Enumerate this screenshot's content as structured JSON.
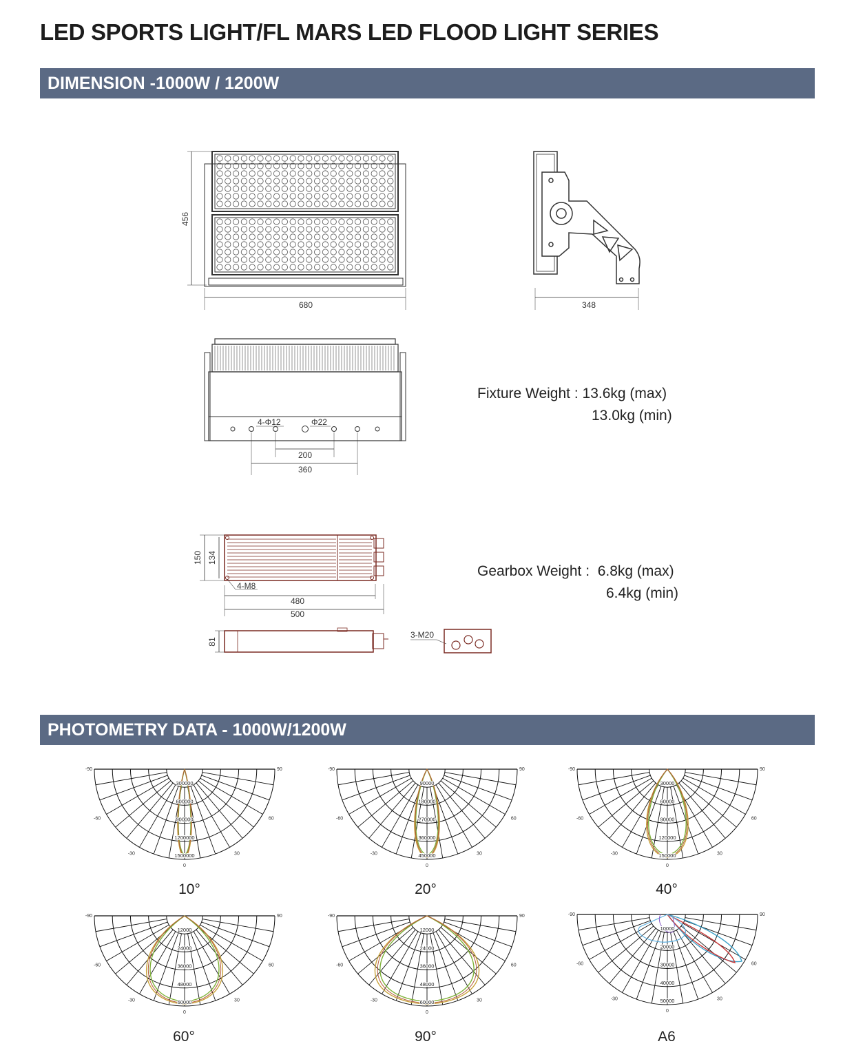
{
  "page": {
    "title": "LED SPORTS LIGHT/FL MARS LED FLOOD LIGHT SERIES"
  },
  "dimension": {
    "header": "DIMENSION -1000W / 1200W",
    "front": {
      "height": "456",
      "width": "680"
    },
    "side": {
      "depth": "348"
    },
    "rear": {
      "hole_label": "4-Φ12",
      "gland_label": "Φ22",
      "span_inner": "200",
      "span_outer": "360"
    },
    "gearbox": {
      "height_outer": "150",
      "height_inner": "134",
      "bolt_label": "4-M8",
      "length_inner": "480",
      "length_outer": "500",
      "thickness": "81",
      "gland_label": "3-M20"
    },
    "fixture_weight": {
      "label": "Fixture Weight :",
      "max": "13.6kg (max)",
      "min": "13.0kg (min)"
    },
    "gearbox_weight": {
      "label": "Gearbox Weight :",
      "max": "6.8kg (max)",
      "min": "6.4kg (min)"
    }
  },
  "photometry": {
    "header": "PHOTOMETRY DATA - 1000W/1200W",
    "angle_labels": {
      "left90": "-90",
      "right90": "90",
      "left60": "-60",
      "right60": "60",
      "left30": "-30",
      "right30": "30",
      "zero": "0"
    },
    "diagrams": [
      {
        "label": "10°",
        "rings": [
          "300000",
          "600000",
          "900000",
          "1200000",
          "1500000"
        ],
        "width": 0.1,
        "shape": "symmetric"
      },
      {
        "label": "20°",
        "rings": [
          "90000",
          "180000",
          "270000",
          "360000",
          "450000"
        ],
        "width": 0.18,
        "shape": "symmetric"
      },
      {
        "label": "40°",
        "rings": [
          "30000",
          "60000",
          "90000",
          "120000",
          "150000"
        ],
        "width": 0.3,
        "shape": "symmetric"
      },
      {
        "label": "60°",
        "rings": [
          "12000",
          "24000",
          "36000",
          "48000",
          "60000"
        ],
        "width": 0.55,
        "shape": "symmetric"
      },
      {
        "label": "90°",
        "rings": [
          "12000",
          "24000",
          "36000",
          "48000",
          "60000"
        ],
        "width": 0.75,
        "shape": "symmetric"
      },
      {
        "label": "A6",
        "rings": [
          "10000",
          "20000",
          "30000",
          "40000",
          "50000"
        ],
        "width": 0.5,
        "shape": "asymmetric"
      }
    ]
  }
}
